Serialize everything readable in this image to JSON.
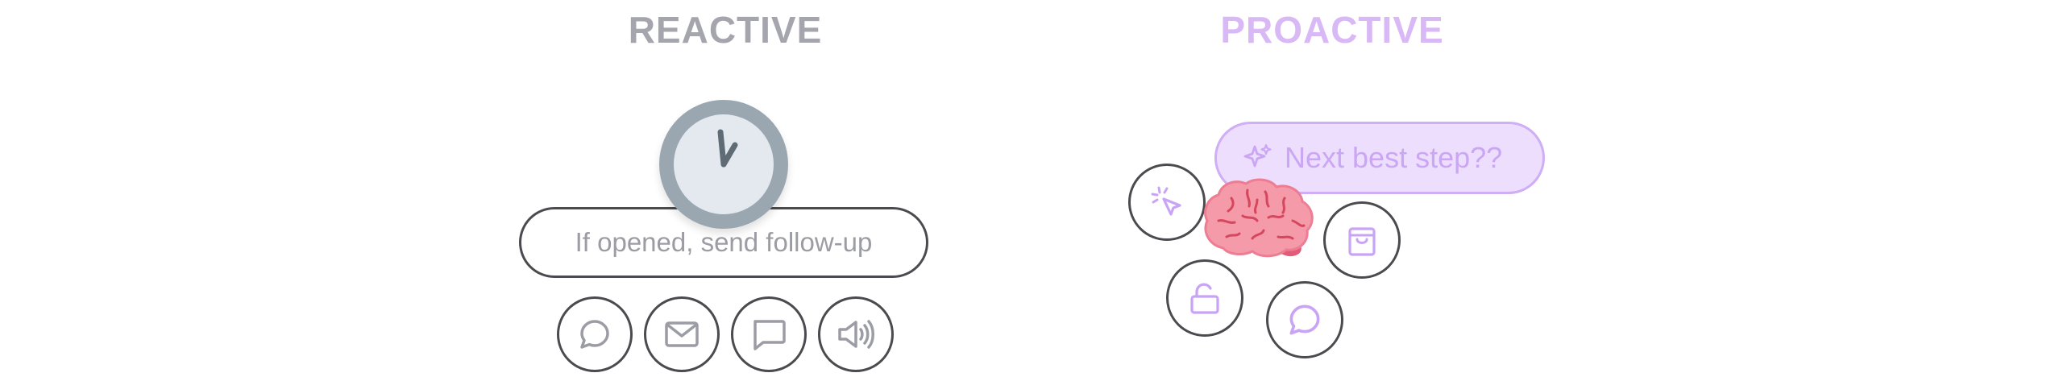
{
  "reactive": {
    "title": "REACTIVE",
    "rule_text": "If opened, send follow-up",
    "clock_icon": "clock-icon",
    "channels": [
      {
        "icon": "chat-bubble-round-icon"
      },
      {
        "icon": "mail-icon"
      },
      {
        "icon": "chat-bubble-square-icon"
      },
      {
        "icon": "speaker-icon"
      }
    ]
  },
  "proactive": {
    "title": "PROACTIVE",
    "next_step_text": "Next best step??",
    "brain_icon": "brain-icon",
    "actions": [
      {
        "icon": "click-cursor-icon"
      },
      {
        "icon": "shopping-bag-icon"
      },
      {
        "icon": "unlock-icon"
      },
      {
        "icon": "chat-bubble-round-icon"
      }
    ]
  },
  "colors": {
    "reactive_title": "#a5a5ad",
    "proactive_title": "#d9b8f6",
    "outline": "#4a4a4f",
    "gray_icon": "#9c9ca4",
    "purple_icon": "#c9a3f5",
    "pill_purple_bg": "#ecdefc",
    "brain_pink": "#f08a9c"
  }
}
